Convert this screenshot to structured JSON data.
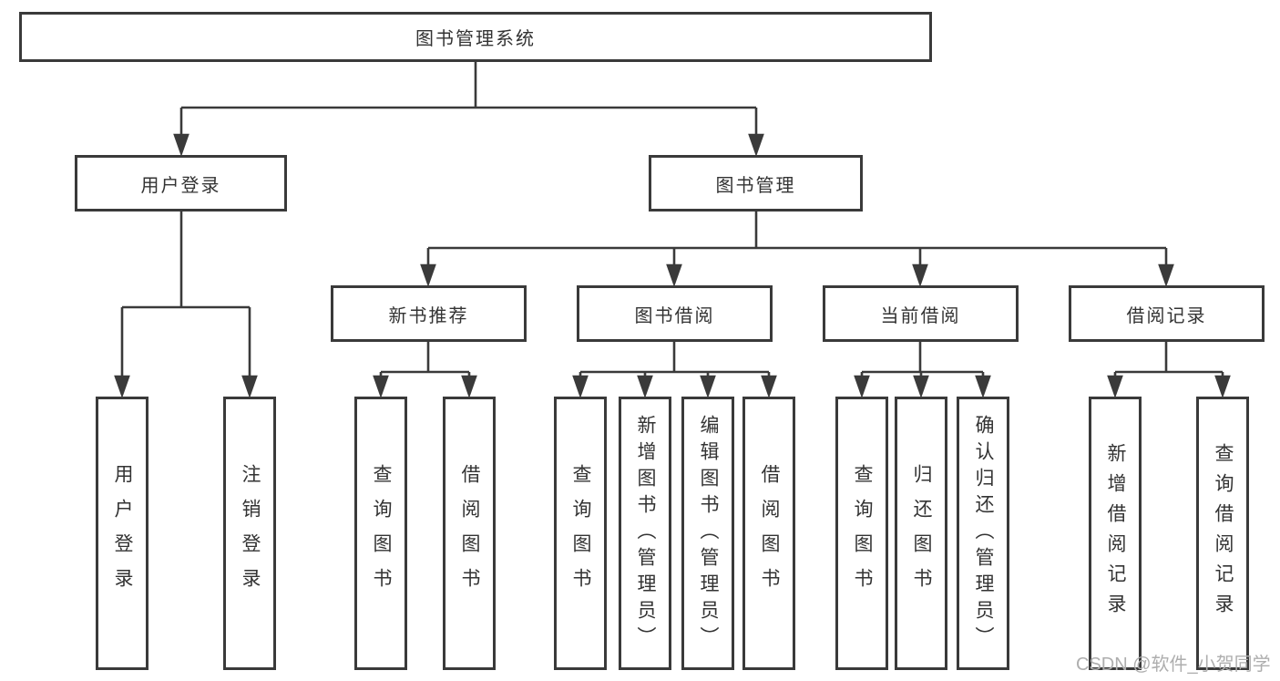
{
  "tree": {
    "root": "图书管理系统",
    "branches": [
      {
        "label": "用户登录",
        "children": [
          "用户登录",
          "注销登录"
        ]
      },
      {
        "label": "图书管理",
        "children": [
          {
            "label": "新书推荐",
            "children": [
              "查询图书",
              "借阅图书"
            ]
          },
          {
            "label": "图书借阅",
            "children": [
              "查询图书",
              "新增图书（管理员）",
              "编辑图书（管理员）",
              "借阅图书"
            ]
          },
          {
            "label": "当前借阅",
            "children": [
              "查询图书",
              "归还图书",
              "确认归还（管理员）"
            ]
          },
          {
            "label": "借阅记录",
            "children": [
              "新增借阅记录",
              "查询借阅记录"
            ]
          }
        ]
      }
    ]
  },
  "watermark": "CSDN @软件_小贺同学",
  "colors": {
    "background": "#ffffff",
    "box_border": "#3a3a3a",
    "connector": "#3a3a3a",
    "text": "#333333",
    "watermark": "#aeaeae"
  }
}
